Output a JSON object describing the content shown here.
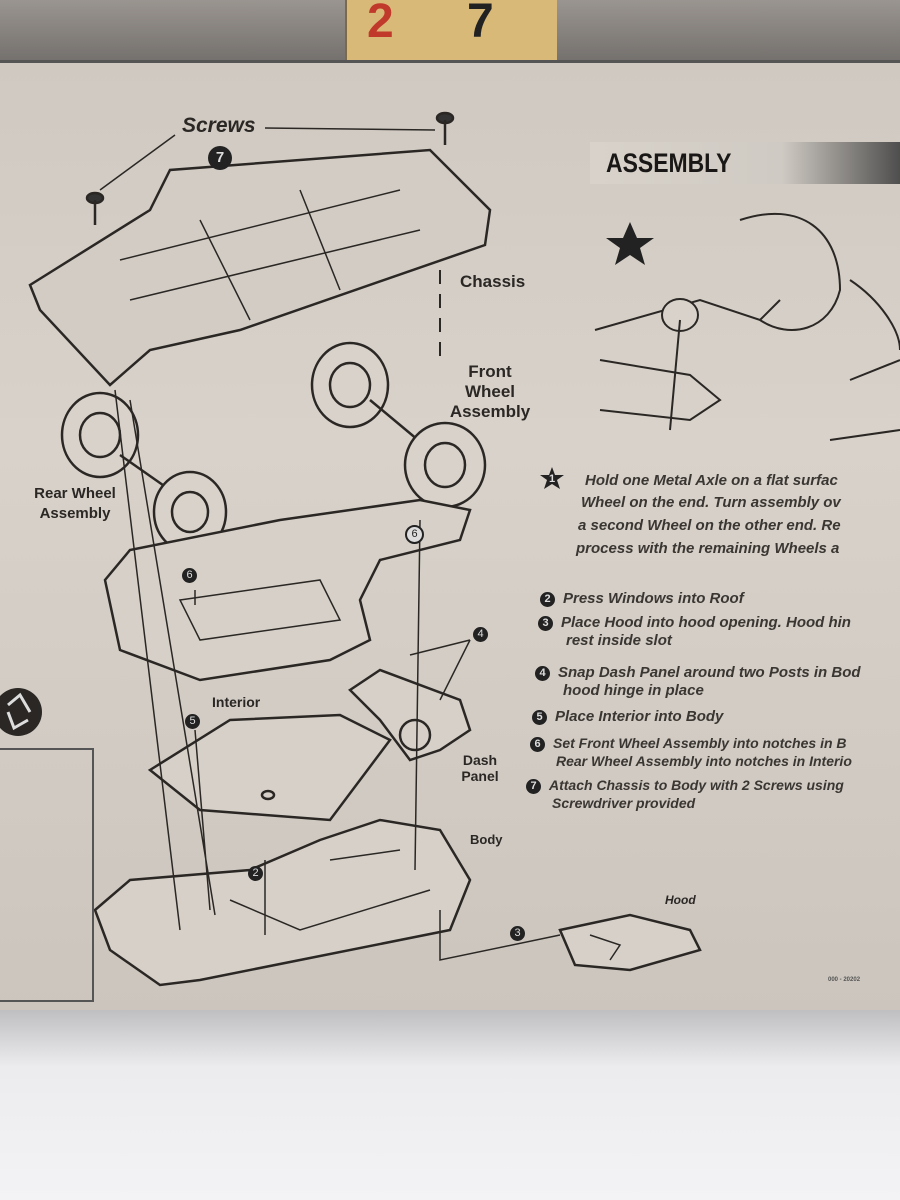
{
  "ruler": {
    "digits": [
      "2",
      "7"
    ]
  },
  "header": {
    "title": "ASSEMBLY"
  },
  "labels": {
    "screws": "Screws",
    "screws_num": "7",
    "chassis": "Chassis",
    "front_wheel": "Front Wheel Assembly",
    "rear_wheel": "Rear Wheel Assembly",
    "interior": "Interior",
    "dash_panel": "Dash Panel",
    "body": "Body",
    "hood": "Hood"
  },
  "callouts": [
    "6",
    "6",
    "5",
    "4",
    "2",
    "3"
  ],
  "steps": [
    {
      "num": "1",
      "lines": [
        "Hold one Metal Axle on a flat surfac",
        "Wheel on the end. Turn assembly ov",
        "a second Wheel on the other end. Re",
        "process with the remaining Wheels a"
      ]
    },
    {
      "num": "2",
      "lines": [
        "Press Windows into Roof"
      ]
    },
    {
      "num": "3",
      "lines": [
        "Place Hood into hood opening. Hood hin",
        "rest inside slot"
      ]
    },
    {
      "num": "4",
      "lines": [
        "Snap Dash Panel around two Posts in Bod",
        "hood hinge in place"
      ]
    },
    {
      "num": "5",
      "lines": [
        "Place Interior into Body"
      ]
    },
    {
      "num": "6",
      "lines": [
        "Set Front Wheel Assembly into notches in B",
        "Rear Wheel Assembly into notches in Interio"
      ]
    },
    {
      "num": "7",
      "lines": [
        "Attach Chassis to Body with 2 Screws using",
        "Screwdriver provided"
      ]
    }
  ],
  "part_number": "000 - 20202"
}
